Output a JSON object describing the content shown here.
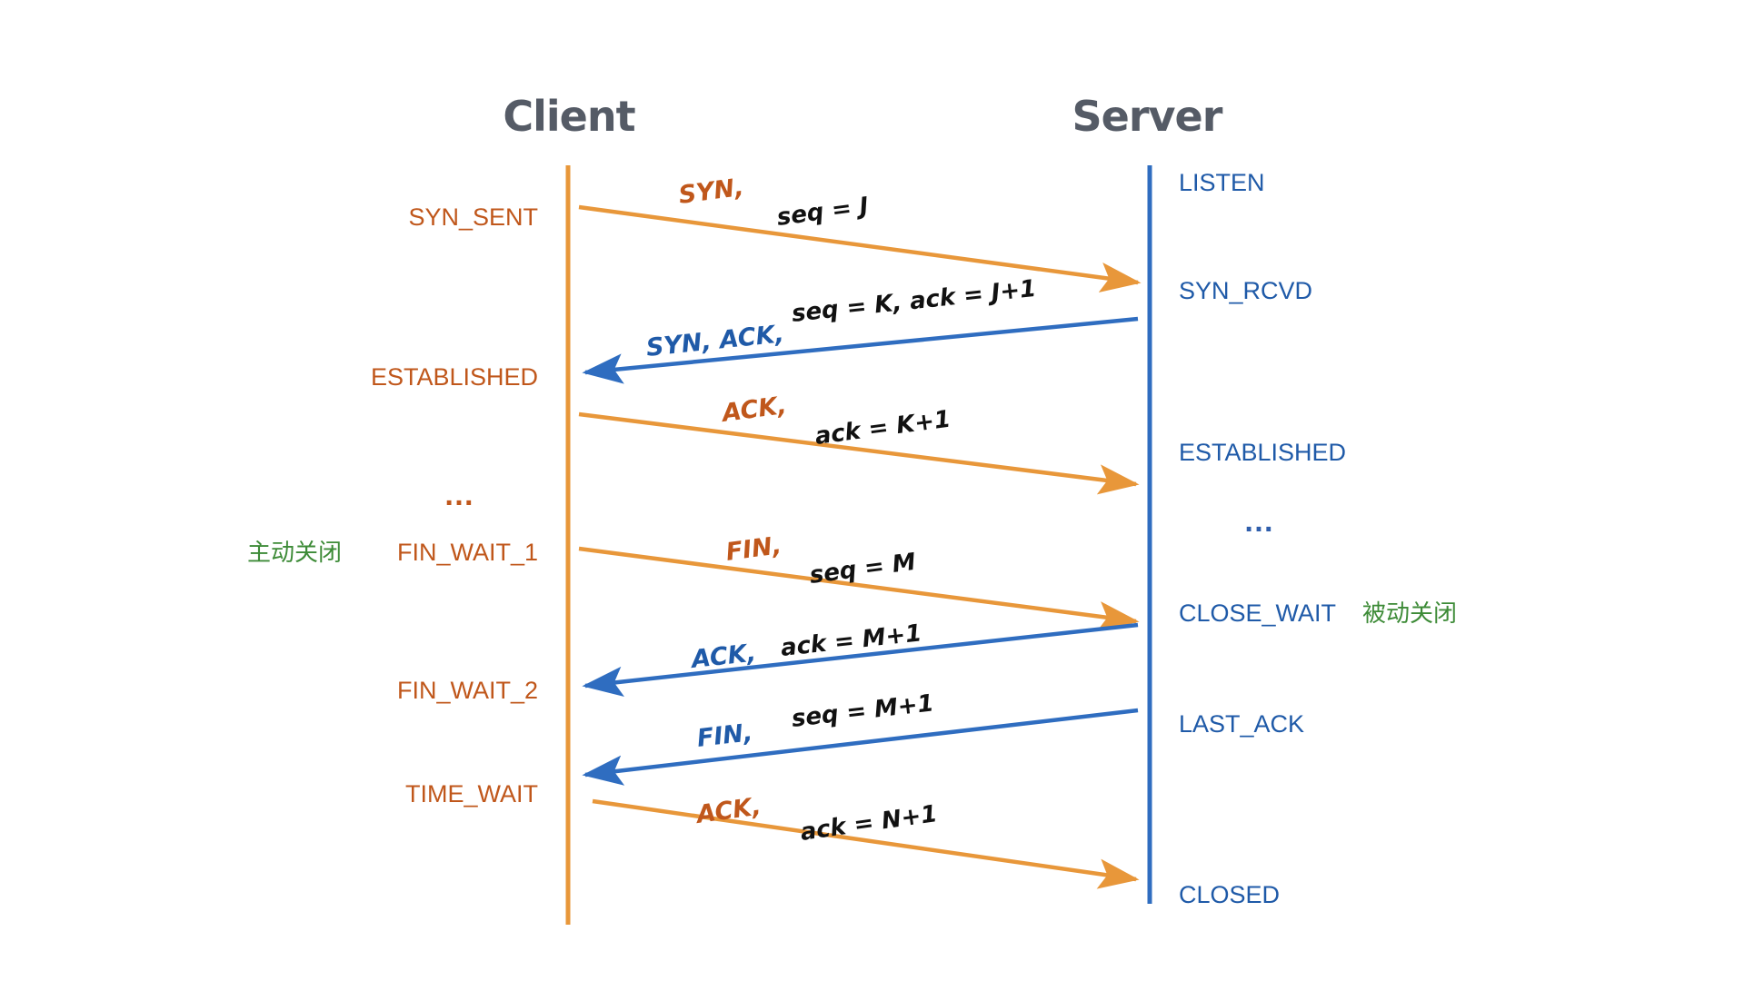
{
  "colors": {
    "client_lifeline": "#E8973A",
    "server_lifeline": "#2F6DC0",
    "client_state_text": "#C0571B",
    "server_state_text": "#1F5AA8",
    "annotation_green": "#3D8B37",
    "payload_black": "#111111",
    "title_gray": "#555B66",
    "background": "#FFFFFF"
  },
  "actors": {
    "client": {
      "title": "Client"
    },
    "server": {
      "title": "Server"
    }
  },
  "client_states": [
    {
      "label": "SYN_SENT"
    },
    {
      "label": "ESTABLISHED"
    },
    {
      "label": "…"
    },
    {
      "label": "FIN_WAIT_1"
    },
    {
      "label": "FIN_WAIT_2"
    },
    {
      "label": "TIME_WAIT"
    }
  ],
  "server_states": [
    {
      "label": "LISTEN"
    },
    {
      "label": "SYN_RCVD"
    },
    {
      "label": "ESTABLISHED"
    },
    {
      "label": "…"
    },
    {
      "label": "CLOSE_WAIT"
    },
    {
      "label": "LAST_ACK"
    },
    {
      "label": "CLOSED"
    }
  ],
  "annotations": {
    "active_close": "主动关闭",
    "passive_close": "被动关闭"
  },
  "messages": [
    {
      "flag": "SYN,",
      "payload": "seq = J",
      "direction": "c2s",
      "color": "orange"
    },
    {
      "flag": "SYN, ACK,",
      "payload": "seq = K, ack = J+1",
      "direction": "s2c",
      "color": "blue"
    },
    {
      "flag": "ACK,",
      "payload": "ack = K+1",
      "direction": "c2s",
      "color": "orange"
    },
    {
      "flag": "FIN,",
      "payload": "seq = M",
      "direction": "c2s",
      "color": "orange"
    },
    {
      "flag": "ACK,",
      "payload": "ack = M+1",
      "direction": "s2c",
      "color": "blue"
    },
    {
      "flag": "FIN,",
      "payload": "seq = M+1",
      "direction": "s2c",
      "color": "blue"
    },
    {
      "flag": "ACK,",
      "payload": "ack = N+1",
      "direction": "c2s",
      "color": "orange"
    }
  ]
}
